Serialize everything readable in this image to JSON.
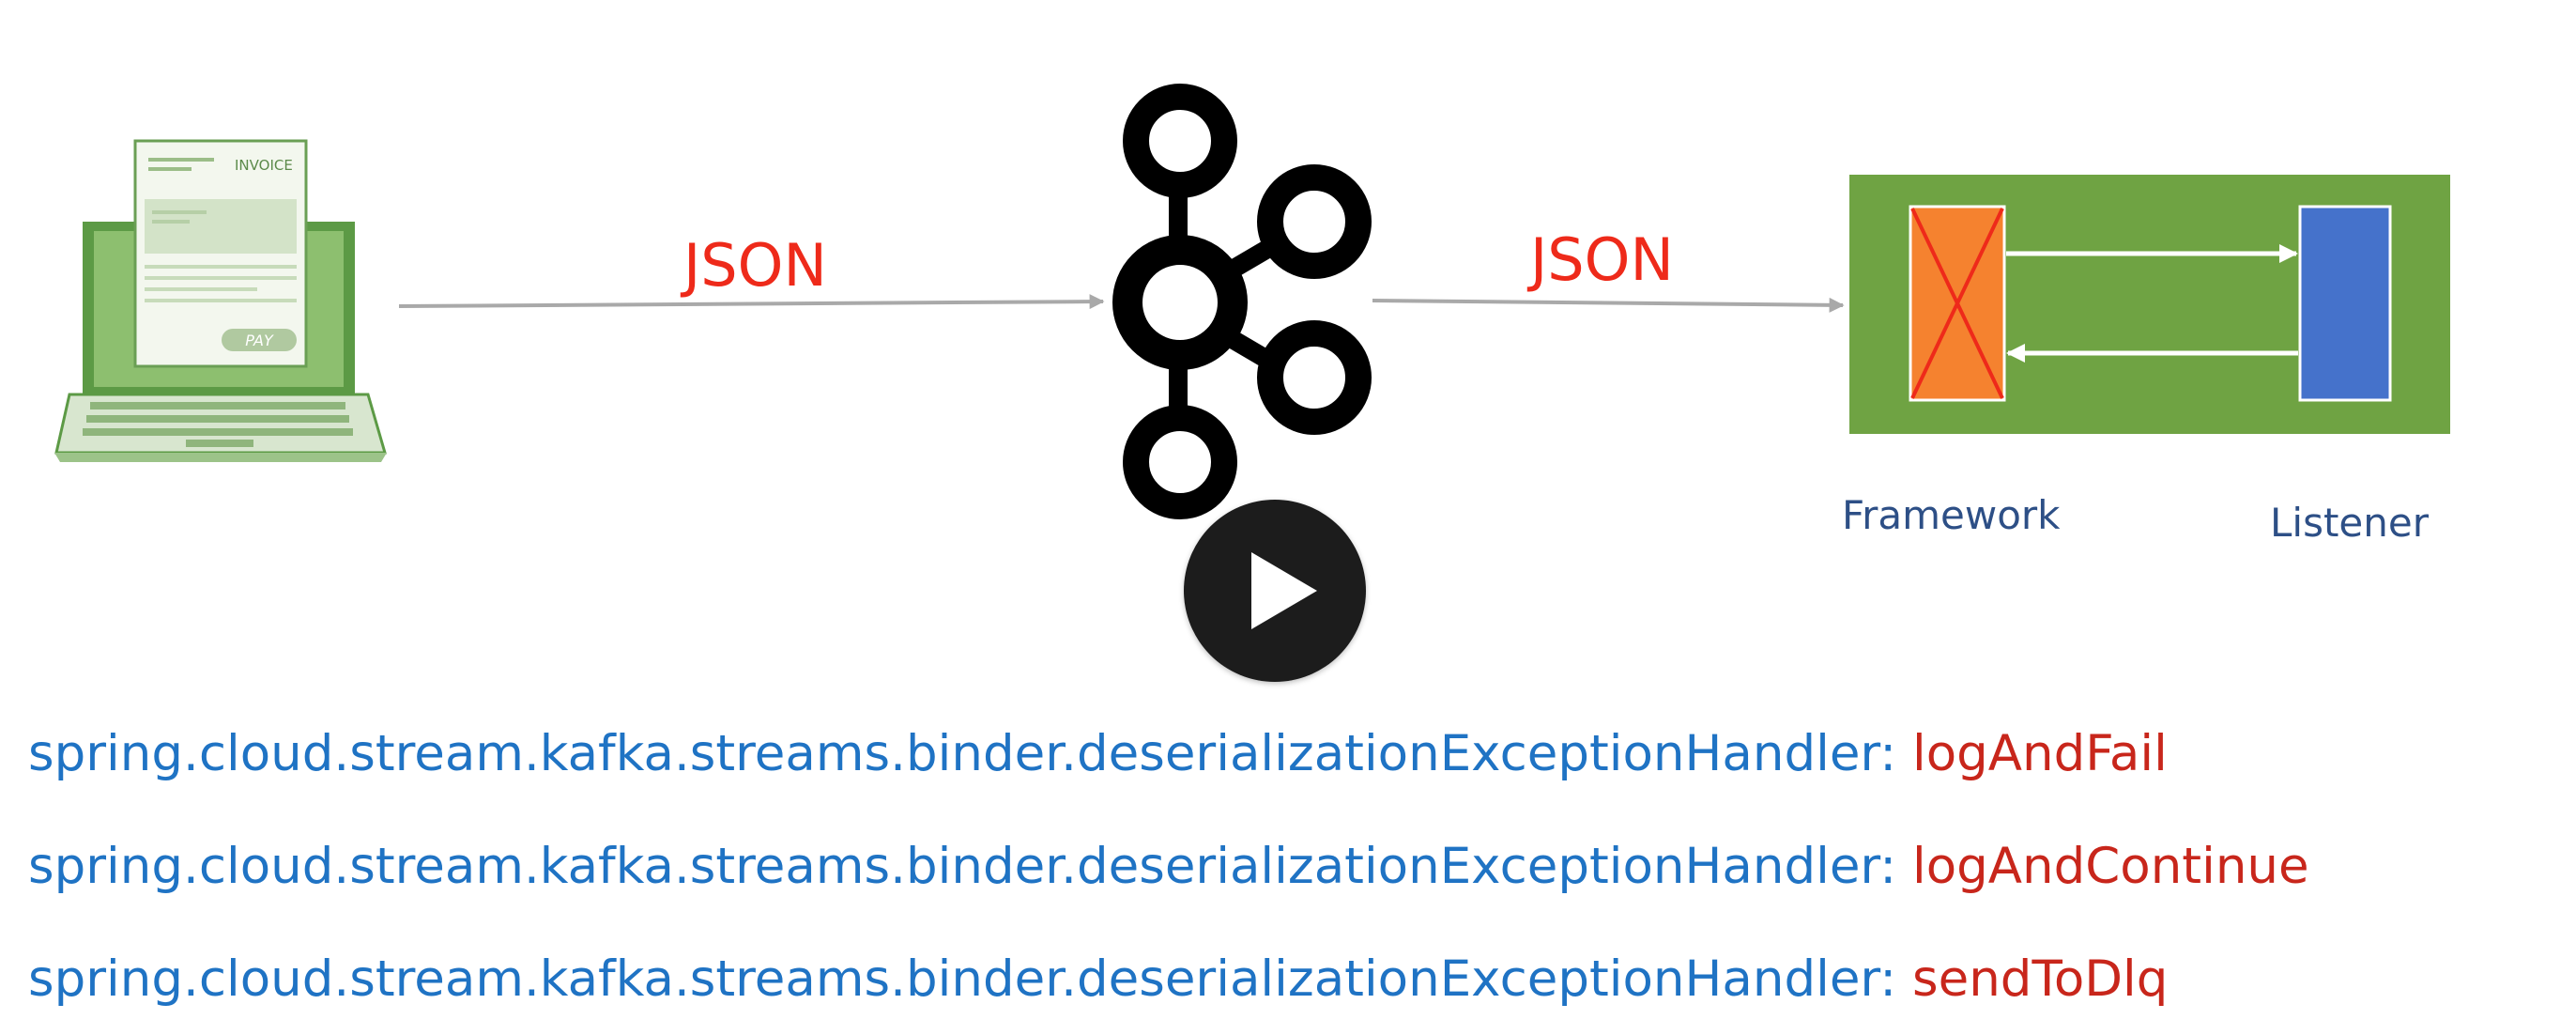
{
  "diagram": {
    "left_edge_label": "JSON",
    "right_edge_label": "JSON",
    "invoice_header": "INVOICE",
    "pay_button_label": "PAY",
    "framework_caption": "Framework",
    "listener_caption": "Listener",
    "colors": {
      "edge_label": "#ee2a1a",
      "arrow": "#a9a9a9",
      "app_box": "#6fa343",
      "framework_box": "#f5822f",
      "framework_cross": "#ee2a1a",
      "listener_box": "#4572cb",
      "caption": "#2d4f86",
      "laptop_green": "#5c9a45",
      "kafka_logo": "#000000"
    },
    "icons": [
      "laptop-invoice-icon",
      "kafka-logo-icon",
      "play-icon"
    ]
  },
  "config": {
    "lines": [
      {
        "key": "spring.cloud.stream.kafka.streams.binder.deserializationExceptionHandler:",
        "value": "logAndFail"
      },
      {
        "key": "spring.cloud.stream.kafka.streams.binder.deserializationExceptionHandler:",
        "value": "logAndContinue"
      },
      {
        "key": "spring.cloud.stream.kafka.streams.binder.deserializationExceptionHandler:",
        "value": "sendToDlq"
      }
    ],
    "colors": {
      "key": "#1f73c4",
      "value": "#c8261b"
    }
  }
}
